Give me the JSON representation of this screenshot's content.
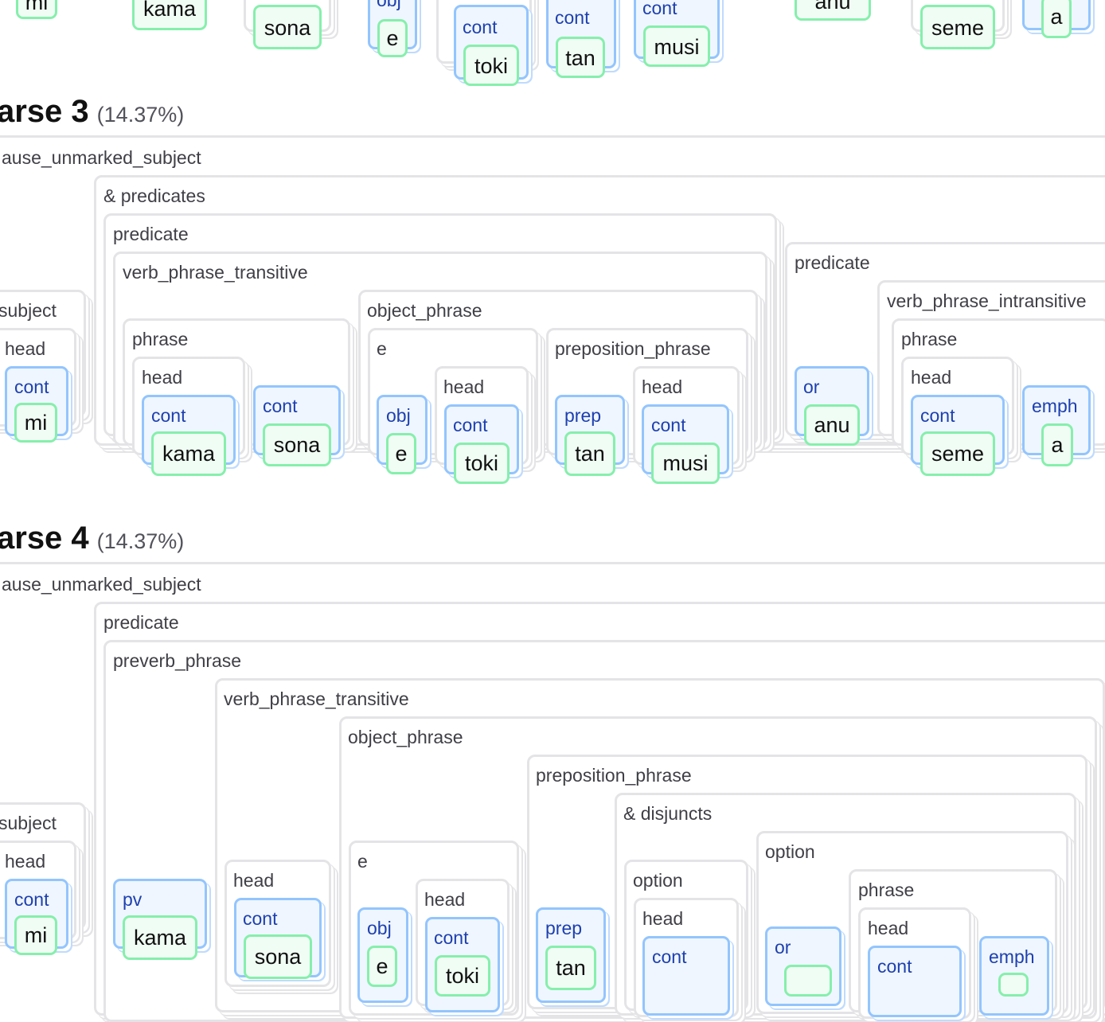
{
  "parse2_fragment": {
    "words": [
      "mi",
      "kama",
      "sona",
      "e",
      "toki",
      "tan",
      "musi",
      "anu",
      "seme",
      "a"
    ],
    "tags": [
      "obj",
      "cont",
      "cont",
      "cont"
    ]
  },
  "parse3": {
    "title": "arse 3",
    "pct": "(14.37%)",
    "labels": [
      "ause_unmarked_subject",
      "& predicates",
      "predicate",
      "verb_phrase_transitive",
      "object_phrase",
      "subject",
      "head",
      "phrase",
      "head",
      "e",
      "head",
      "preposition_phrase",
      "head",
      "predicate",
      "verb_phrase_intransitive",
      "phrase",
      "head"
    ],
    "tags": [
      "cont",
      "cont",
      "cont",
      "obj",
      "cont",
      "prep",
      "cont",
      "or",
      "cont",
      "emph"
    ],
    "words": [
      "mi",
      "kama",
      "sona",
      "e",
      "toki",
      "tan",
      "musi",
      "anu",
      "seme",
      "a"
    ]
  },
  "parse4": {
    "title": "arse 4",
    "pct": "(14.37%)",
    "labels": [
      "ause_unmarked_subject",
      "predicate",
      "preverb_phrase",
      "verb_phrase_transitive",
      "object_phrase",
      "preposition_phrase",
      "& disjuncts",
      "option",
      "subject",
      "head",
      "head",
      "e",
      "head",
      "option",
      "head",
      "phrase",
      "head"
    ],
    "tags": [
      "cont",
      "pv",
      "cont",
      "obj",
      "cont",
      "prep",
      "cont",
      "or",
      "cont",
      "emph"
    ],
    "words": [
      "mi",
      "kama",
      "sona",
      "e",
      "toki",
      "tan"
    ]
  }
}
